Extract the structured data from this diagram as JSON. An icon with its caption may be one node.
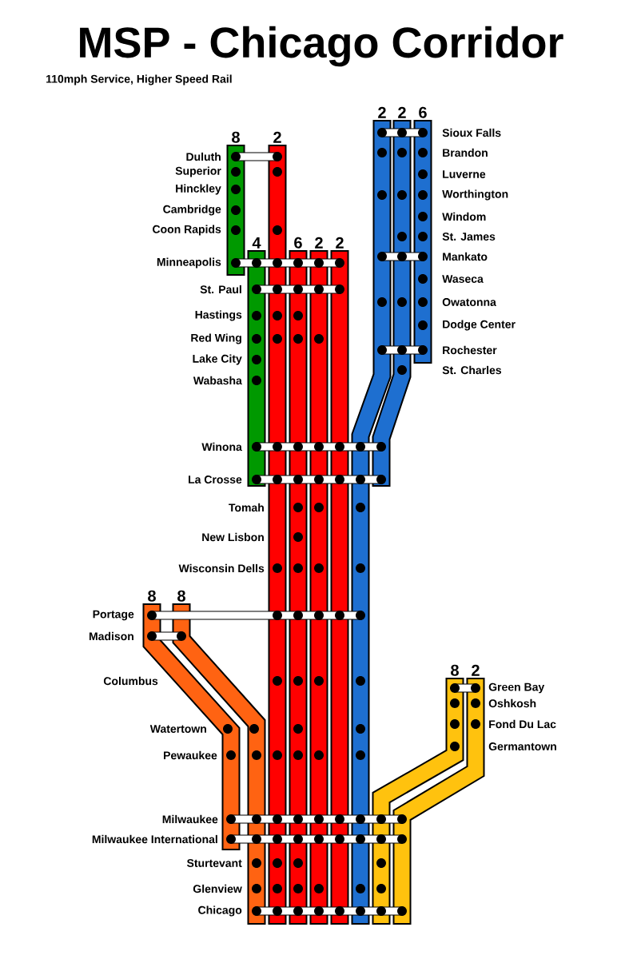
{
  "diagram": {
    "title": "MSP - Chicago Corridor",
    "nodes": [
      {
        "text": [],
        "shape": "bar",
        "beside": [
          "2"
        ]
      },
      {
        "text": [],
        "shape": "bar",
        "beside": [
          "2"
        ]
      },
      {
        "text": [],
        "shape": "bar",
        "beside": [
          "6"
        ]
      },
      {
        "text": [],
        "shape": "bar",
        "beside": [
          "8"
        ]
      },
      {
        "text": [],
        "shape": "bar",
        "beside": [
          "2"
        ]
      },
      {
        "text": [],
        "shape": "bar",
        "beside": [
          "4"
        ]
      },
      {
        "text": [],
        "shape": "bar",
        "beside": [
          "6"
        ]
      },
      {
        "text": [],
        "shape": "bar",
        "beside": [
          "2"
        ]
      },
      {
        "text": [],
        "shape": "bar",
        "beside": [
          "2"
        ]
      },
      {
        "text": [],
        "shape": "bar",
        "beside": [
          "8"
        ]
      },
      {
        "text": [],
        "shape": "bar",
        "beside": [
          "8"
        ]
      },
      {
        "text": [],
        "shape": "bar",
        "beside": [
          "8"
        ]
      },
      {
        "text": [],
        "shape": "bar",
        "beside": [
          "2"
        ]
      }
    ],
    "labels": [
      "110mph Service, Higher Speed Rail",
      "Sioux Falls",
      "Brandon",
      "Duluth",
      "Superior",
      "Luverne",
      "Hinckley",
      "Worthington",
      "Cambridge",
      "Windom",
      "Coon Rapids",
      "St. James",
      "Mankato",
      "Minneapolis",
      "Waseca",
      "St. Paul",
      "Owatonna",
      "Hastings",
      "Dodge Center",
      "Red Wing",
      "Rochester",
      "Lake City",
      "St. Charles",
      "Wabasha",
      "Winona",
      "La Crosse",
      "Tomah",
      "New Lisbon",
      "Wisconsin Dells",
      "Portage",
      "Madison",
      "Columbus",
      "Green Bay",
      "Oshkosh",
      "Fond Du Lac",
      "Watertown",
      "Germantown",
      "Pewaukee",
      "Milwaukee",
      "Milwaukee International",
      "Sturtevant",
      "Glenview",
      "Chicago"
    ]
  }
}
